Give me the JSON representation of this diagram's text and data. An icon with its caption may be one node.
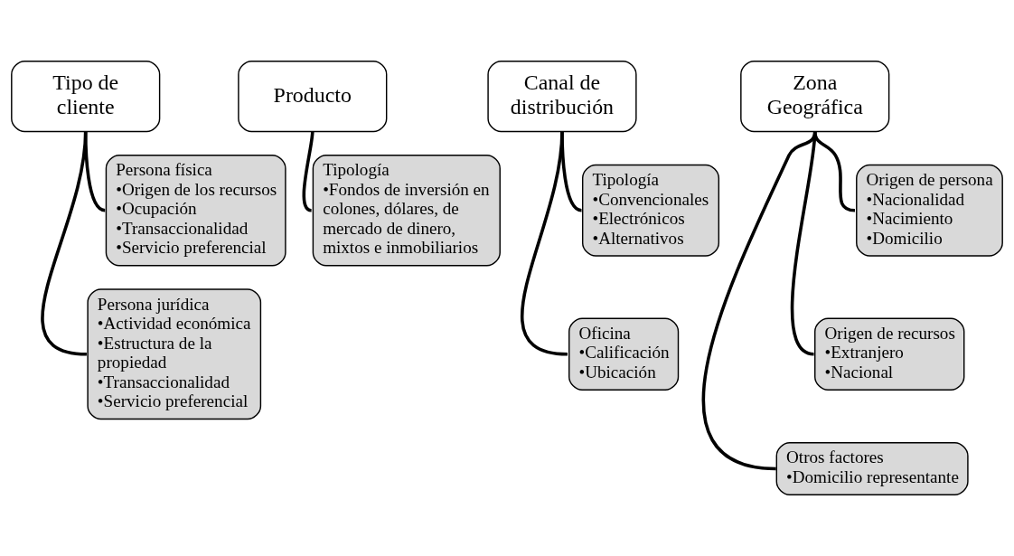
{
  "diagram": {
    "nodes": [
      {
        "text": [
          "Tipo de cliente"
        ]
      },
      {
        "text": [
          "Persona física",
          "•Origen de los recursos",
          "•Ocupación",
          "•Transaccionalidad",
          "•Servicio preferencial"
        ]
      },
      {
        "text": [
          "Persona jurídica",
          "•Actividad económica",
          "•Estructura de la propiedad",
          "•Transaccionalidad",
          "•Servicio preferencial"
        ]
      },
      {
        "text": [
          "Producto"
        ]
      },
      {
        "text": [
          "Tipología",
          "•Fondos de inversión en colones, dólares, de mercado de dinero, mixtos e inmobiliarios"
        ]
      },
      {
        "text": [
          "Canal de distribución"
        ]
      },
      {
        "text": [
          "Tipología",
          "•Convencionales",
          "•Electrónicos",
          "•Alternativos"
        ]
      },
      {
        "text": [
          "Oficina",
          "•Calificación",
          "•Ubicación"
        ]
      },
      {
        "text": [
          "Zona Geográfica"
        ]
      },
      {
        "text": [
          "Origen de persona",
          "•Nacionalidad",
          "•Nacimiento",
          "•Domicilio"
        ]
      },
      {
        "text": [
          "Origen de recursos",
          "•Extranjero",
          "•Nacional"
        ]
      },
      {
        "text": [
          "Otros factores",
          "•Domicilio representante"
        ]
      }
    ],
    "edges": [
      {
        "from": 0,
        "to": 1,
        "arrow": "none"
      },
      {
        "from": 0,
        "to": 2,
        "arrow": "none"
      },
      {
        "from": 3,
        "to": 4,
        "arrow": "none"
      },
      {
        "from": 5,
        "to": 6,
        "arrow": "none"
      },
      {
        "from": 5,
        "to": 7,
        "arrow": "none"
      },
      {
        "from": 8,
        "to": 9,
        "arrow": "none"
      },
      {
        "from": 8,
        "to": 10,
        "arrow": "none"
      },
      {
        "from": 8,
        "to": 11,
        "arrow": "none"
      }
    ]
  }
}
